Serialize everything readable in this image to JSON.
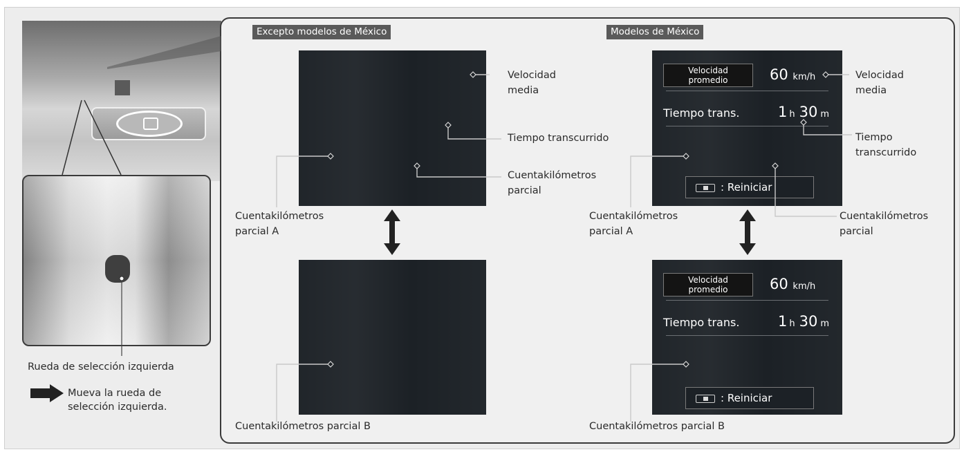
{
  "left": {
    "selector_label": "Rueda de selección izquierda",
    "legend_line1": "Mueva la rueda de",
    "legend_line2": "selección izquierda."
  },
  "section_except": {
    "heading": "Excepto modelos de México",
    "avg_speed_line1": "Velocidad",
    "avg_speed_line2": "media",
    "elapsed": "Tiempo transcurrido",
    "trip_line1": "Cuentakilómetros",
    "trip_line2": "parcial",
    "trip_a_line1": "Cuentakilómetros",
    "trip_a_line2": "parcial A",
    "trip_b": "Cuentakilómetros parcial B"
  },
  "section_mexico": {
    "heading": "Modelos de México",
    "avg_speed_line1": "Velocidad",
    "avg_speed_line2": "media",
    "elapsed_line1": "Tiempo",
    "elapsed_line2": "transcurrido",
    "trip_line1": "Cuentakilómetros",
    "trip_line2": "parcial",
    "trip_a_line1": "Cuentakilómetros",
    "trip_a_line2": "parcial A",
    "trip_b": "Cuentakilómetros parcial B",
    "screen": {
      "avg_label_line1": "Velocidad",
      "avg_label_line2": "promedio",
      "avg_value": "60",
      "avg_unit": "km/h",
      "time_label": "Tiempo trans.",
      "hours": "1",
      "hours_unit": "h",
      "minutes": "30",
      "minutes_unit": "m",
      "reset_label": ": Reiniciar"
    }
  }
}
